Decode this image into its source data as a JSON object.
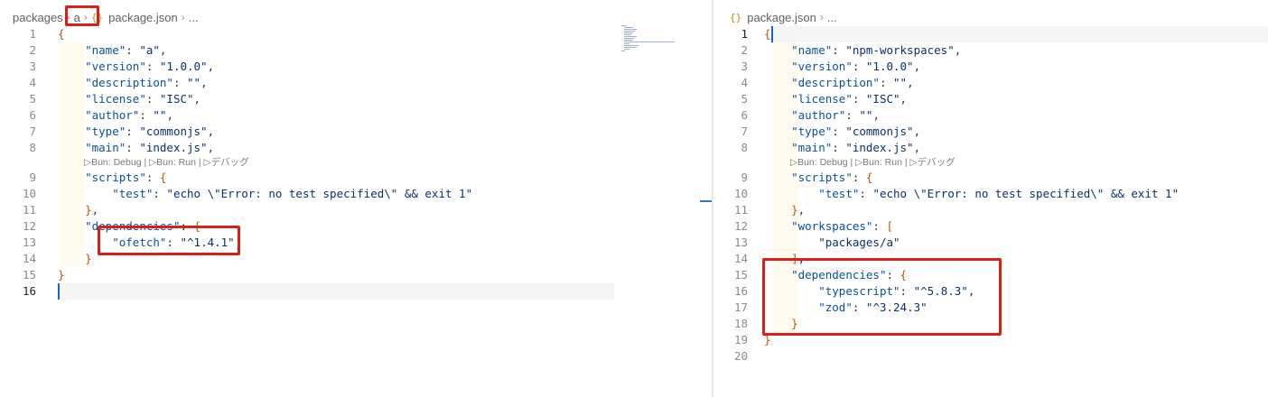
{
  "left_editor": {
    "breadcrumb": {
      "parent": "packages",
      "folder": "a",
      "file": "package.json",
      "more": "..."
    },
    "line_numbers": [
      "1",
      "2",
      "3",
      "4",
      "5",
      "6",
      "7",
      "8",
      "9",
      "10",
      "11",
      "12",
      "13",
      "14",
      "15",
      "16"
    ],
    "lines": [
      "{",
      "    \"name\": \"a\",",
      "    \"version\": \"1.0.0\",",
      "    \"description\": \"\",",
      "    \"license\": \"ISC\",",
      "    \"author\": \"\",",
      "    \"type\": \"commonjs\",",
      "    \"main\": \"index.js\",",
      "    \"scripts\": {",
      "        \"test\": \"echo \\\"Error: no test specified\\\" && exit 1\"",
      "    },",
      "    \"dependencies\": {",
      "        \"ofetch\": \"^1.4.1\"",
      "    }",
      "}",
      ""
    ],
    "codelens": "▷Bun: Debug | ▷Bun: Run | ▷デバッグ"
  },
  "right_editor": {
    "breadcrumb": {
      "file": "package.json",
      "more": "..."
    },
    "line_numbers": [
      "1",
      "2",
      "3",
      "4",
      "5",
      "6",
      "7",
      "8",
      "9",
      "10",
      "11",
      "12",
      "13",
      "14",
      "15",
      "16",
      "17",
      "18",
      "19",
      "20"
    ],
    "lines": [
      "{",
      "    \"name\": \"npm-workspaces\",",
      "    \"version\": \"1.0.0\",",
      "    \"description\": \"\",",
      "    \"license\": \"ISC\",",
      "    \"author\": \"\",",
      "    \"type\": \"commonjs\",",
      "    \"main\": \"index.js\",",
      "    \"scripts\": {",
      "        \"test\": \"echo \\\"Error: no test specified\\\" && exit 1\"",
      "    },",
      "    \"workspaces\": [",
      "        \"packages/a\"",
      "    ],",
      "    \"dependencies\": {",
      "        \"typescript\": \"^5.8.3\",",
      "        \"zod\": \"^3.24.3\"",
      "    }",
      "}",
      ""
    ],
    "codelens": "▷Bun: Debug | ▷Bun: Run | ▷デバッグ"
  },
  "colors": {
    "key": "#0b4f9c",
    "string": "#0a3069",
    "bracket_outer": "#b5570a",
    "highlight_box": "#d6211a",
    "cursor": "#1f5fd6"
  },
  "icons": {
    "breadcrumb_file": "json-braces-icon",
    "breadcrumb_separator": "chevron-right-icon"
  }
}
